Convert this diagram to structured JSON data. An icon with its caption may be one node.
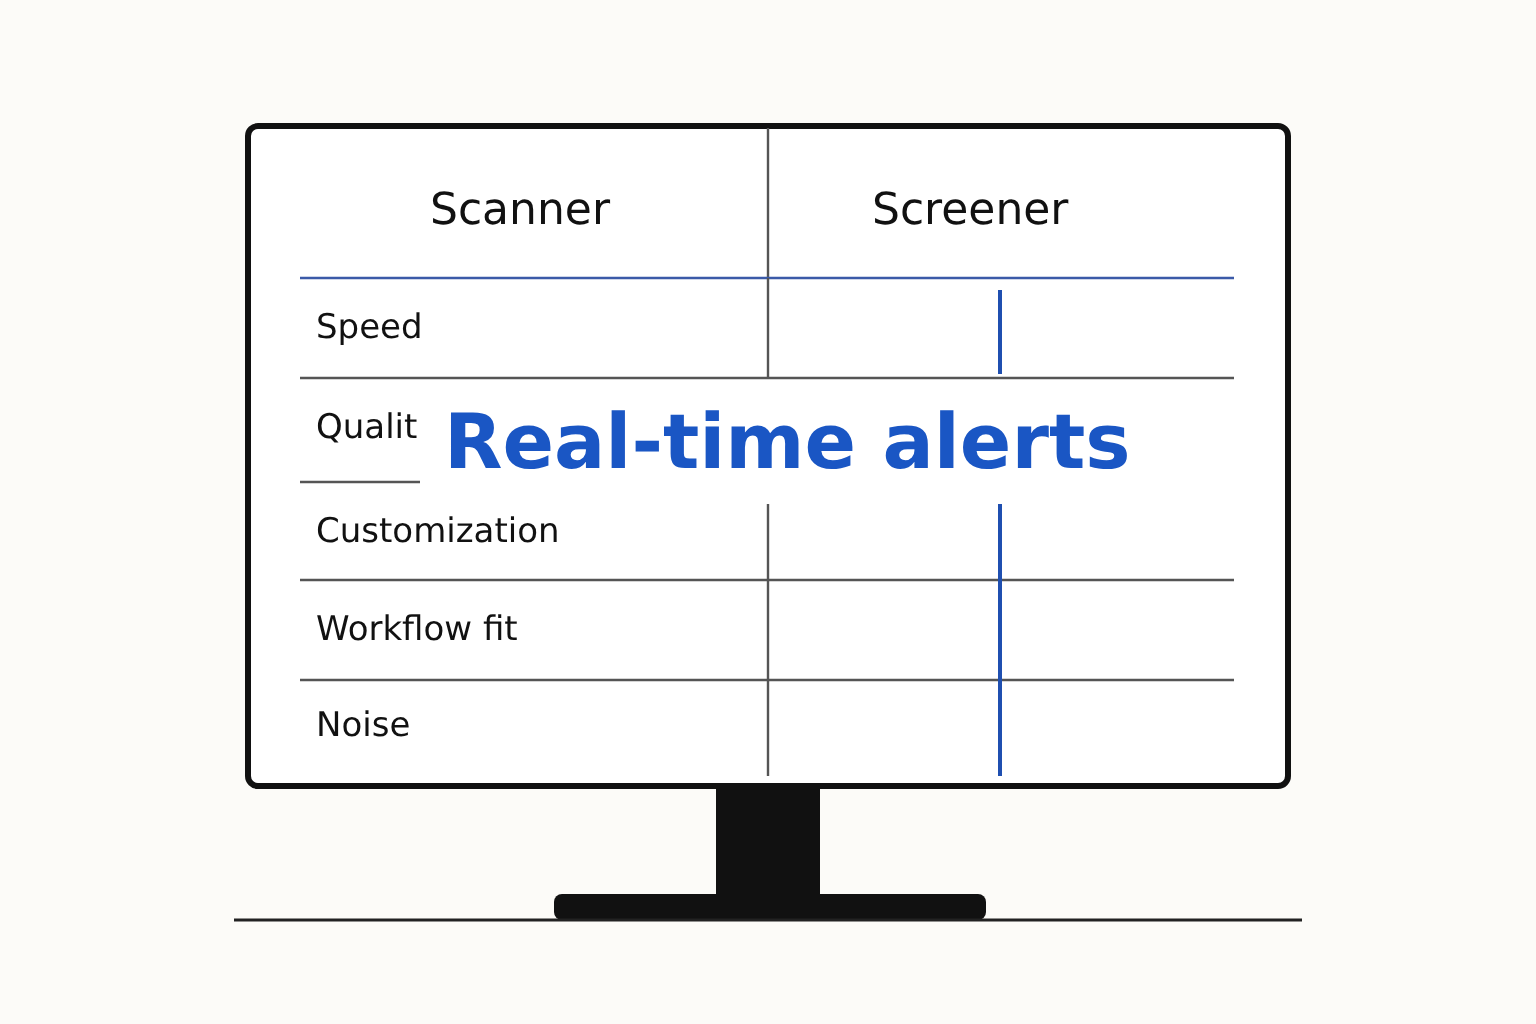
{
  "diagram": {
    "labels": [
      "Scanner",
      "Screener",
      "Speed",
      "Qualit",
      "Real-time alerts",
      "Customization",
      "Workflow fit",
      "Noise"
    ]
  }
}
